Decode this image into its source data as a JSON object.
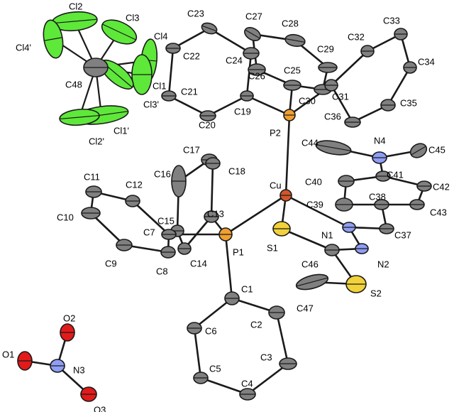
{
  "structure": {
    "colors": {
      "C": "#808080",
      "P": "#f0a030",
      "S": "#f2d23a",
      "N": "#8f9ef5",
      "O": "#e21a1a",
      "Cu": "#d2552a",
      "Cl": "#5ee83a",
      "outline": "#1a1a1a"
    },
    "atoms": [
      {
        "id": "Cl2",
        "el": "Cl"
      },
      {
        "id": "Cl3",
        "el": "Cl"
      },
      {
        "id": "Cl4",
        "el": "Cl"
      },
      {
        "id": "Cl4'",
        "el": "Cl"
      },
      {
        "id": "Cl1",
        "el": "Cl"
      },
      {
        "id": "Cl3'",
        "el": "Cl"
      },
      {
        "id": "Cl1'",
        "el": "Cl"
      },
      {
        "id": "Cl2'",
        "el": "Cl"
      },
      {
        "id": "C48",
        "el": "C"
      },
      {
        "id": "C23",
        "el": "C"
      },
      {
        "id": "C27",
        "el": "C"
      },
      {
        "id": "C28",
        "el": "C"
      },
      {
        "id": "C22",
        "el": "C"
      },
      {
        "id": "C24",
        "el": "C"
      },
      {
        "id": "C29",
        "el": "C"
      },
      {
        "id": "C26",
        "el": "C"
      },
      {
        "id": "C25",
        "el": "C"
      },
      {
        "id": "C21",
        "el": "C"
      },
      {
        "id": "C19",
        "el": "C"
      },
      {
        "id": "C20",
        "el": "C"
      },
      {
        "id": "C30",
        "el": "C"
      },
      {
        "id": "C32",
        "el": "C"
      },
      {
        "id": "C33",
        "el": "C"
      },
      {
        "id": "C34",
        "el": "C"
      },
      {
        "id": "C31",
        "el": "C"
      },
      {
        "id": "C35",
        "el": "C"
      },
      {
        "id": "C36",
        "el": "C"
      },
      {
        "id": "P2",
        "el": "P"
      },
      {
        "id": "C44",
        "el": "C"
      },
      {
        "id": "N4",
        "el": "N"
      },
      {
        "id": "C45",
        "el": "C"
      },
      {
        "id": "C41",
        "el": "C"
      },
      {
        "id": "C40",
        "el": "C"
      },
      {
        "id": "C42",
        "el": "C"
      },
      {
        "id": "C39",
        "el": "C"
      },
      {
        "id": "C38",
        "el": "C"
      },
      {
        "id": "C43",
        "el": "C"
      },
      {
        "id": "Cu",
        "el": "Cu"
      },
      {
        "id": "C17",
        "el": "C"
      },
      {
        "id": "C18",
        "el": "C"
      },
      {
        "id": "C16",
        "el": "C"
      },
      {
        "id": "C11",
        "el": "C"
      },
      {
        "id": "C12",
        "el": "C"
      },
      {
        "id": "C10",
        "el": "C"
      },
      {
        "id": "C13",
        "el": "C"
      },
      {
        "id": "C15",
        "el": "C"
      },
      {
        "id": "C7",
        "el": "C"
      },
      {
        "id": "C14",
        "el": "C"
      },
      {
        "id": "C9",
        "el": "C"
      },
      {
        "id": "C8",
        "el": "C"
      },
      {
        "id": "P1",
        "el": "P"
      },
      {
        "id": "S1",
        "el": "S"
      },
      {
        "id": "N1",
        "el": "N"
      },
      {
        "id": "C37",
        "el": "C"
      },
      {
        "id": "C46",
        "el": "C"
      },
      {
        "id": "N2",
        "el": "N"
      },
      {
        "id": "S2",
        "el": "S"
      },
      {
        "id": "C47",
        "el": "C"
      },
      {
        "id": "C1",
        "el": "C"
      },
      {
        "id": "C2",
        "el": "C"
      },
      {
        "id": "C6",
        "el": "C"
      },
      {
        "id": "C3",
        "el": "C"
      },
      {
        "id": "C5",
        "el": "C"
      },
      {
        "id": "C4",
        "el": "C"
      },
      {
        "id": "N3",
        "el": "N"
      },
      {
        "id": "O1",
        "el": "O"
      },
      {
        "id": "O2",
        "el": "O"
      },
      {
        "id": "O3",
        "el": "O"
      }
    ],
    "bonds": [
      [
        "Cu",
        "P2"
      ],
      [
        "Cu",
        "P1"
      ],
      [
        "Cu",
        "S1"
      ],
      [
        "Cu",
        "N1"
      ],
      [
        "P2",
        "C19"
      ],
      [
        "P2",
        "C25"
      ],
      [
        "P2",
        "C31"
      ],
      [
        "C19",
        "C20"
      ],
      [
        "C20",
        "C21"
      ],
      [
        "C21",
        "C22"
      ],
      [
        "C22",
        "C23"
      ],
      [
        "C23",
        "C24"
      ],
      [
        "C24",
        "C19"
      ],
      [
        "C25",
        "C26"
      ],
      [
        "C26",
        "C27"
      ],
      [
        "C27",
        "C28"
      ],
      [
        "C28",
        "C29"
      ],
      [
        "C29",
        "C30"
      ],
      [
        "C30",
        "C25"
      ],
      [
        "C31",
        "C32"
      ],
      [
        "C32",
        "C33"
      ],
      [
        "C33",
        "C34"
      ],
      [
        "C34",
        "C35"
      ],
      [
        "C35",
        "C36"
      ],
      [
        "C36",
        "C31"
      ],
      [
        "P1",
        "C1"
      ],
      [
        "P1",
        "C7"
      ],
      [
        "P1",
        "C13"
      ],
      [
        "C1",
        "C2"
      ],
      [
        "C2",
        "C3"
      ],
      [
        "C3",
        "C4"
      ],
      [
        "C4",
        "C5"
      ],
      [
        "C5",
        "C6"
      ],
      [
        "C6",
        "C1"
      ],
      [
        "C7",
        "C8"
      ],
      [
        "C8",
        "C9"
      ],
      [
        "C9",
        "C10"
      ],
      [
        "C10",
        "C11"
      ],
      [
        "C11",
        "C12"
      ],
      [
        "C12",
        "C7"
      ],
      [
        "C13",
        "C14"
      ],
      [
        "C14",
        "C15"
      ],
      [
        "C15",
        "C16"
      ],
      [
        "C16",
        "C17"
      ],
      [
        "C17",
        "C18"
      ],
      [
        "C18",
        "C13"
      ],
      [
        "S1",
        "C46"
      ],
      [
        "C46",
        "N2"
      ],
      [
        "N2",
        "N1"
      ],
      [
        "N1",
        "C37"
      ],
      [
        "C46",
        "S2"
      ],
      [
        "S2",
        "C47"
      ],
      [
        "C37",
        "C38"
      ],
      [
        "C38",
        "C39"
      ],
      [
        "C39",
        "C40"
      ],
      [
        "C40",
        "C41"
      ],
      [
        "C41",
        "C42"
      ],
      [
        "C42",
        "C43"
      ],
      [
        "C43",
        "C38"
      ],
      [
        "C41",
        "N4"
      ],
      [
        "N4",
        "C44"
      ],
      [
        "N4",
        "C45"
      ],
      [
        "N3",
        "O1"
      ],
      [
        "N3",
        "O2"
      ],
      [
        "N3",
        "O3"
      ],
      [
        "C48",
        "Cl1"
      ],
      [
        "C48",
        "Cl2"
      ],
      [
        "C48",
        "Cl3"
      ],
      [
        "C48",
        "Cl4"
      ],
      [
        "C48",
        "Cl1'"
      ],
      [
        "C48",
        "Cl2'"
      ],
      [
        "C48",
        "Cl3'"
      ],
      [
        "C48",
        "Cl4'"
      ]
    ]
  }
}
